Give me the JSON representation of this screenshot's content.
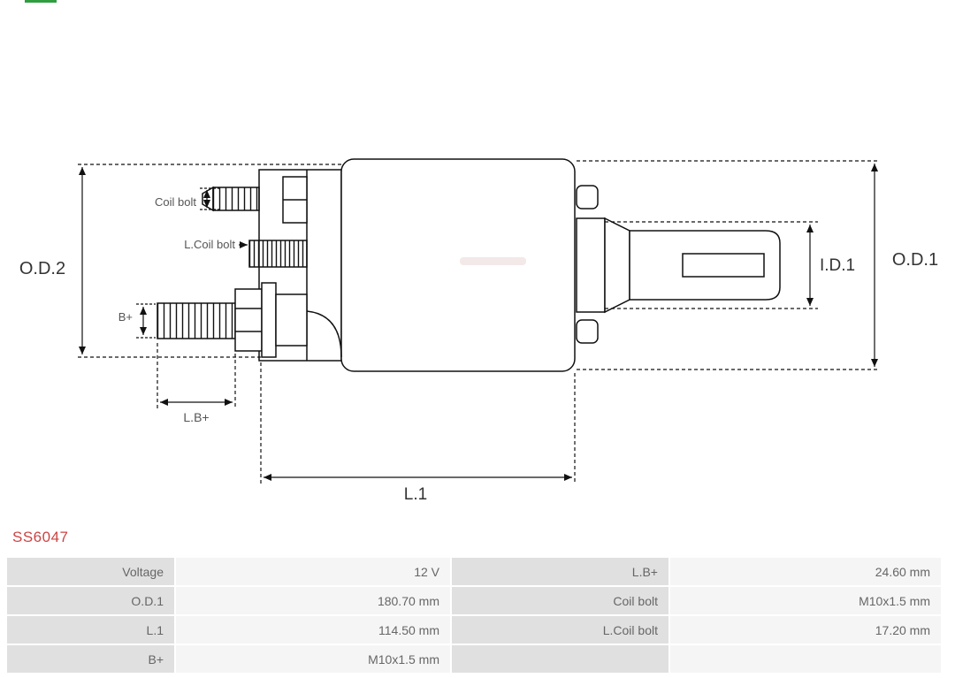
{
  "part_number": "SS6047",
  "diagram": {
    "labels": {
      "od2": "O.D.2",
      "od1": "O.D.1",
      "id1": "I.D.1",
      "coil_bolt": "Coil bolt",
      "l_coil_bolt": "L.Coil bolt",
      "b_plus": "B+",
      "l_b_plus": "L.B+",
      "l1": "L.1"
    }
  },
  "colors": {
    "part_number_red": "#cc4444",
    "logo_green": "#2e9e3e",
    "table_label_bg": "#e0e0e0",
    "table_value_bg": "#f5f5f5",
    "line_color": "#111111"
  },
  "table": {
    "rows": [
      [
        "Voltage",
        "12 V",
        "L.B+",
        "24.60 mm"
      ],
      [
        "O.D.1",
        "180.70 mm",
        "Coil bolt",
        "M10x1.5 mm"
      ],
      [
        "L.1",
        "114.50 mm",
        "L.Coil bolt",
        "17.20 mm"
      ],
      [
        "B+",
        "M10x1.5 mm",
        "",
        ""
      ]
    ]
  }
}
